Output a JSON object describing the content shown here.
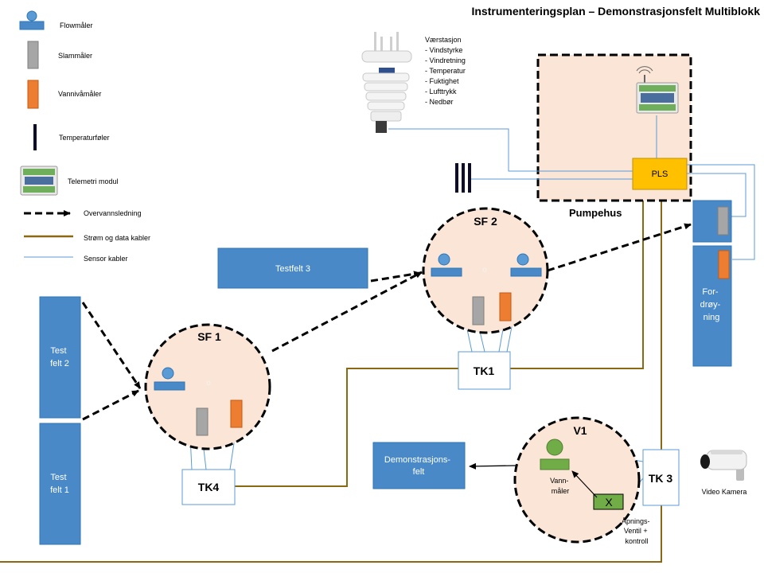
{
  "title": "Instrumenteringsplan – Demonstrasjonsfelt Multiblokk",
  "legend": {
    "flowmaler": "Flowmåler",
    "slammaler": "Slammåler",
    "vannivamaler": "Vannivåmåler",
    "temperaturfoler": "Temperaturføler",
    "telemetri": "Telemetri modul",
    "overvann": "Overvannsledning",
    "strom": "Strøm og data kabler",
    "sensor": "Sensor kabler"
  },
  "weather": {
    "title": "Værstasjon",
    "items": [
      "- Vindstyrke",
      "- Vindretning",
      "- Temperatur",
      "- Fuktighet",
      "- Lufttrykk",
      "- Nedbør"
    ]
  },
  "pumphouse": {
    "label": "Pumpehus",
    "pls": "PLS"
  },
  "fields": {
    "testfelt3": "Testfelt 3",
    "testfelt2": [
      "Test",
      "felt 2"
    ],
    "testfelt1": [
      "Test",
      "felt 1"
    ],
    "demo": [
      "Demonstrasjons-",
      "felt"
    ],
    "fordroyning": [
      "For-",
      "drøy-",
      "ning"
    ]
  },
  "nodes": {
    "sf1": "SF 1",
    "sf2": "SF 2",
    "v1": "V1",
    "o": "o"
  },
  "boxes": {
    "tk1": "TK1",
    "tk3": "TK 3",
    "tk4": "TK4"
  },
  "valve": {
    "x": "X",
    "vannmaler": [
      "Vann-",
      "måler"
    ],
    "apnings": [
      "Åpnings-",
      "Ventil +",
      "kontroll"
    ]
  },
  "camera": "Video Kamera",
  "colors": {
    "blue": "#4a89c8",
    "lightblue": "#5b9bd5",
    "gray": "#a6a6a6",
    "orange": "#ed7d31",
    "pink": "#fbe5d6",
    "yellow": "#ffc000",
    "brown": "#8b6914",
    "green": "#70ad47"
  }
}
